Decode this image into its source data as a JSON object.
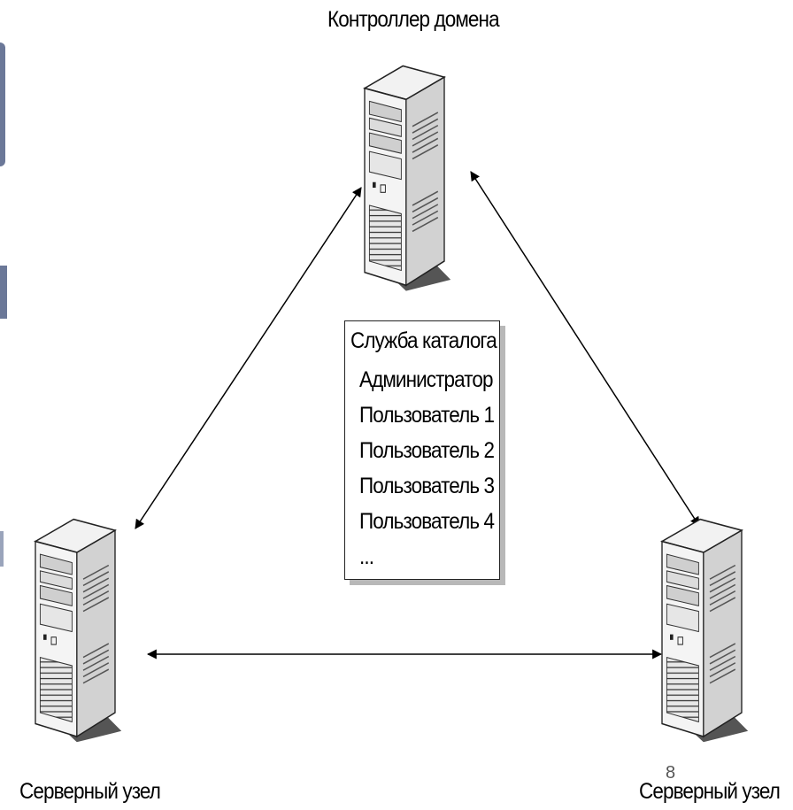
{
  "diagram": {
    "nodes": {
      "domain_controller": "Контроллер домена",
      "server_left": "Серверный узел",
      "server_right": "Серверный узел"
    },
    "catalog": {
      "title": "Служба каталога",
      "entries": [
        "Администратор",
        "Пользователь 1",
        "Пользователь 2",
        "Пользователь 3",
        "Пользователь 4",
        "..."
      ]
    },
    "connections": [
      {
        "from": "domain_controller",
        "to": "server_left",
        "bidirectional": true
      },
      {
        "from": "domain_controller",
        "to": "server_right",
        "bidirectional": true
      },
      {
        "from": "server_left",
        "to": "server_right",
        "bidirectional": true
      }
    ]
  },
  "slide": {
    "page_number": "8"
  },
  "colors": {
    "edge_tab": "#6b7898",
    "line": "#000000",
    "shadow": "#b8b8b8"
  }
}
